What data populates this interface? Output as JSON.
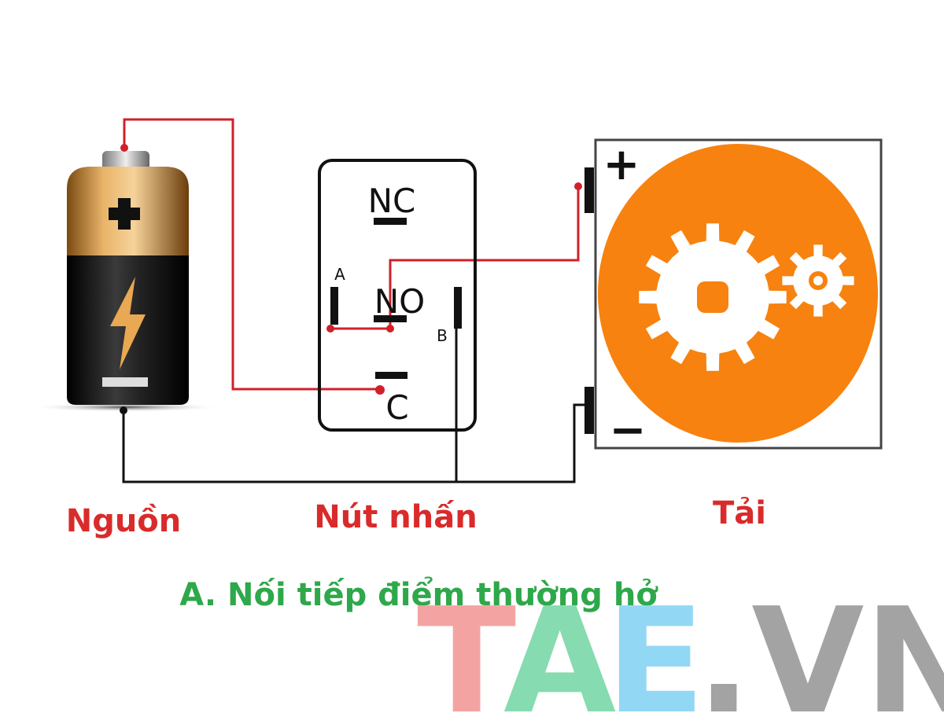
{
  "switch": {
    "nc_label": "NC",
    "no_label": "NO",
    "c_label": "C",
    "a_label": "A",
    "b_label": "B"
  },
  "load": {
    "plus_label": "+",
    "minus_label": "−"
  },
  "labels": {
    "source": "Nguồn",
    "button": "Nút nhấn",
    "load": "Tải",
    "caption": "A. Nối tiếp điểm thường hở"
  },
  "watermark": {
    "t": "T",
    "a": "A",
    "e": "E",
    "rest": ".VN"
  },
  "colors": {
    "wire_positive": "#d0202a",
    "wire_negative": "#111111",
    "load_orange": "#f7820f",
    "label_red": "#d92b2b",
    "caption_green": "#2ea84a"
  }
}
